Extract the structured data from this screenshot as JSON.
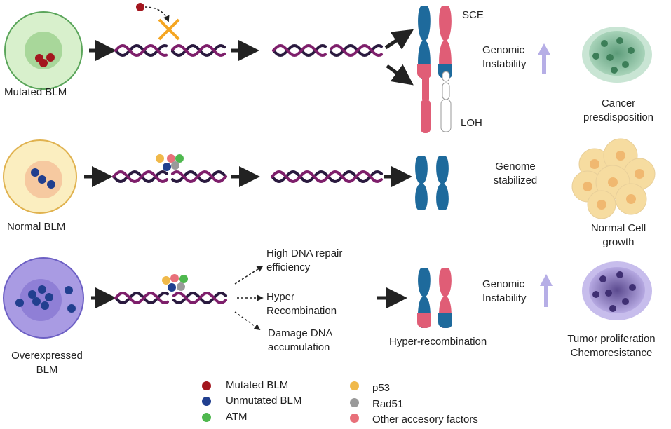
{
  "rows": {
    "mutated": {
      "cell_label": "Mutated BLM",
      "sce_label": "SCE",
      "loh_label": "LOH",
      "effect": "Genomic\nInstability",
      "outcome": "Cancer\npresdisposition"
    },
    "normal": {
      "cell_label": "Normal BLM",
      "effect": "Genome\nstabilized",
      "outcome": "Normal Cell\ngrowth"
    },
    "overexpressed": {
      "cell_label": "Overexpressed\nBLM",
      "branch_1": "High DNA repair\nefficiency",
      "branch_2": "Hyper\nRecombination",
      "branch_3": "Damage DNA\naccumulation",
      "chromosome_label": "Hyper-recombination",
      "effect": "Genomic\nInstability",
      "outcome": "Tumor proliferation\nChemoresistance"
    }
  },
  "legend": [
    {
      "label": "Mutated BLM",
      "color": "#a3161e"
    },
    {
      "label": "Unmutated BLM",
      "color": "#213f8f"
    },
    {
      "label": "ATM",
      "color": "#4fb84f"
    },
    {
      "label": "p53",
      "color": "#f0b94a"
    },
    {
      "label": "Rad51",
      "color": "#9a9a9a"
    },
    {
      "label": "Other accesory factors",
      "color": "#e8707a"
    }
  ],
  "colors": {
    "mutated_cell": "#d8f0cc",
    "normal_cell": "#fbeec0",
    "overexpressed_cell": "#a99be3",
    "dna_strand_a": "#7e1f6b",
    "dna_strand_b": "#2a1a3f",
    "chromosome_blue": "#1e6a9c",
    "chromosome_pink": "#e05d76",
    "up_arrow": "#b6aee6",
    "x_mark": "#f5a623"
  }
}
